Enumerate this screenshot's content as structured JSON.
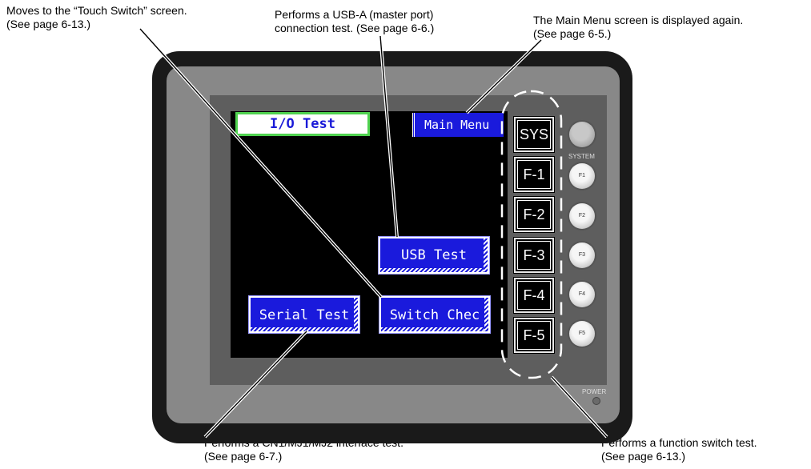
{
  "callouts": {
    "touch_switch": "Moves to the “Touch Switch” screen.\n(See page 6-13.)",
    "usb": "Performs a USB-A (master port)\nconnection test. (See page 6-6.)",
    "main_menu": "The Main Menu screen is displayed again.\n(See page 6-5.)",
    "serial": "Performs a CN1/MJ1/MJ2 interface test.\n(See page 6-7.)",
    "function_switch": "Performs a function switch test.\n(See page 6-13.)"
  },
  "screen": {
    "title": "I/O Test",
    "main_menu_button": "Main Menu",
    "usb_test_button": "USB Test",
    "serial_test_button": "Serial Test",
    "switch_check_button": "Switch Chec"
  },
  "function_keys": [
    "SYS",
    "F-1",
    "F-2",
    "F-3",
    "F-4",
    "F-5"
  ],
  "hardware_buttons": [
    "F1",
    "F2",
    "F3",
    "F4",
    "F5"
  ],
  "labels": {
    "system": "SYSTEM",
    "power": "POWER"
  },
  "colors": {
    "screen_button_blue": "#1a1adc",
    "title_border_green": "#4fd24f",
    "lcd_background": "#000000",
    "bezel": "#1a1a1a",
    "panel_face": "#888888"
  }
}
